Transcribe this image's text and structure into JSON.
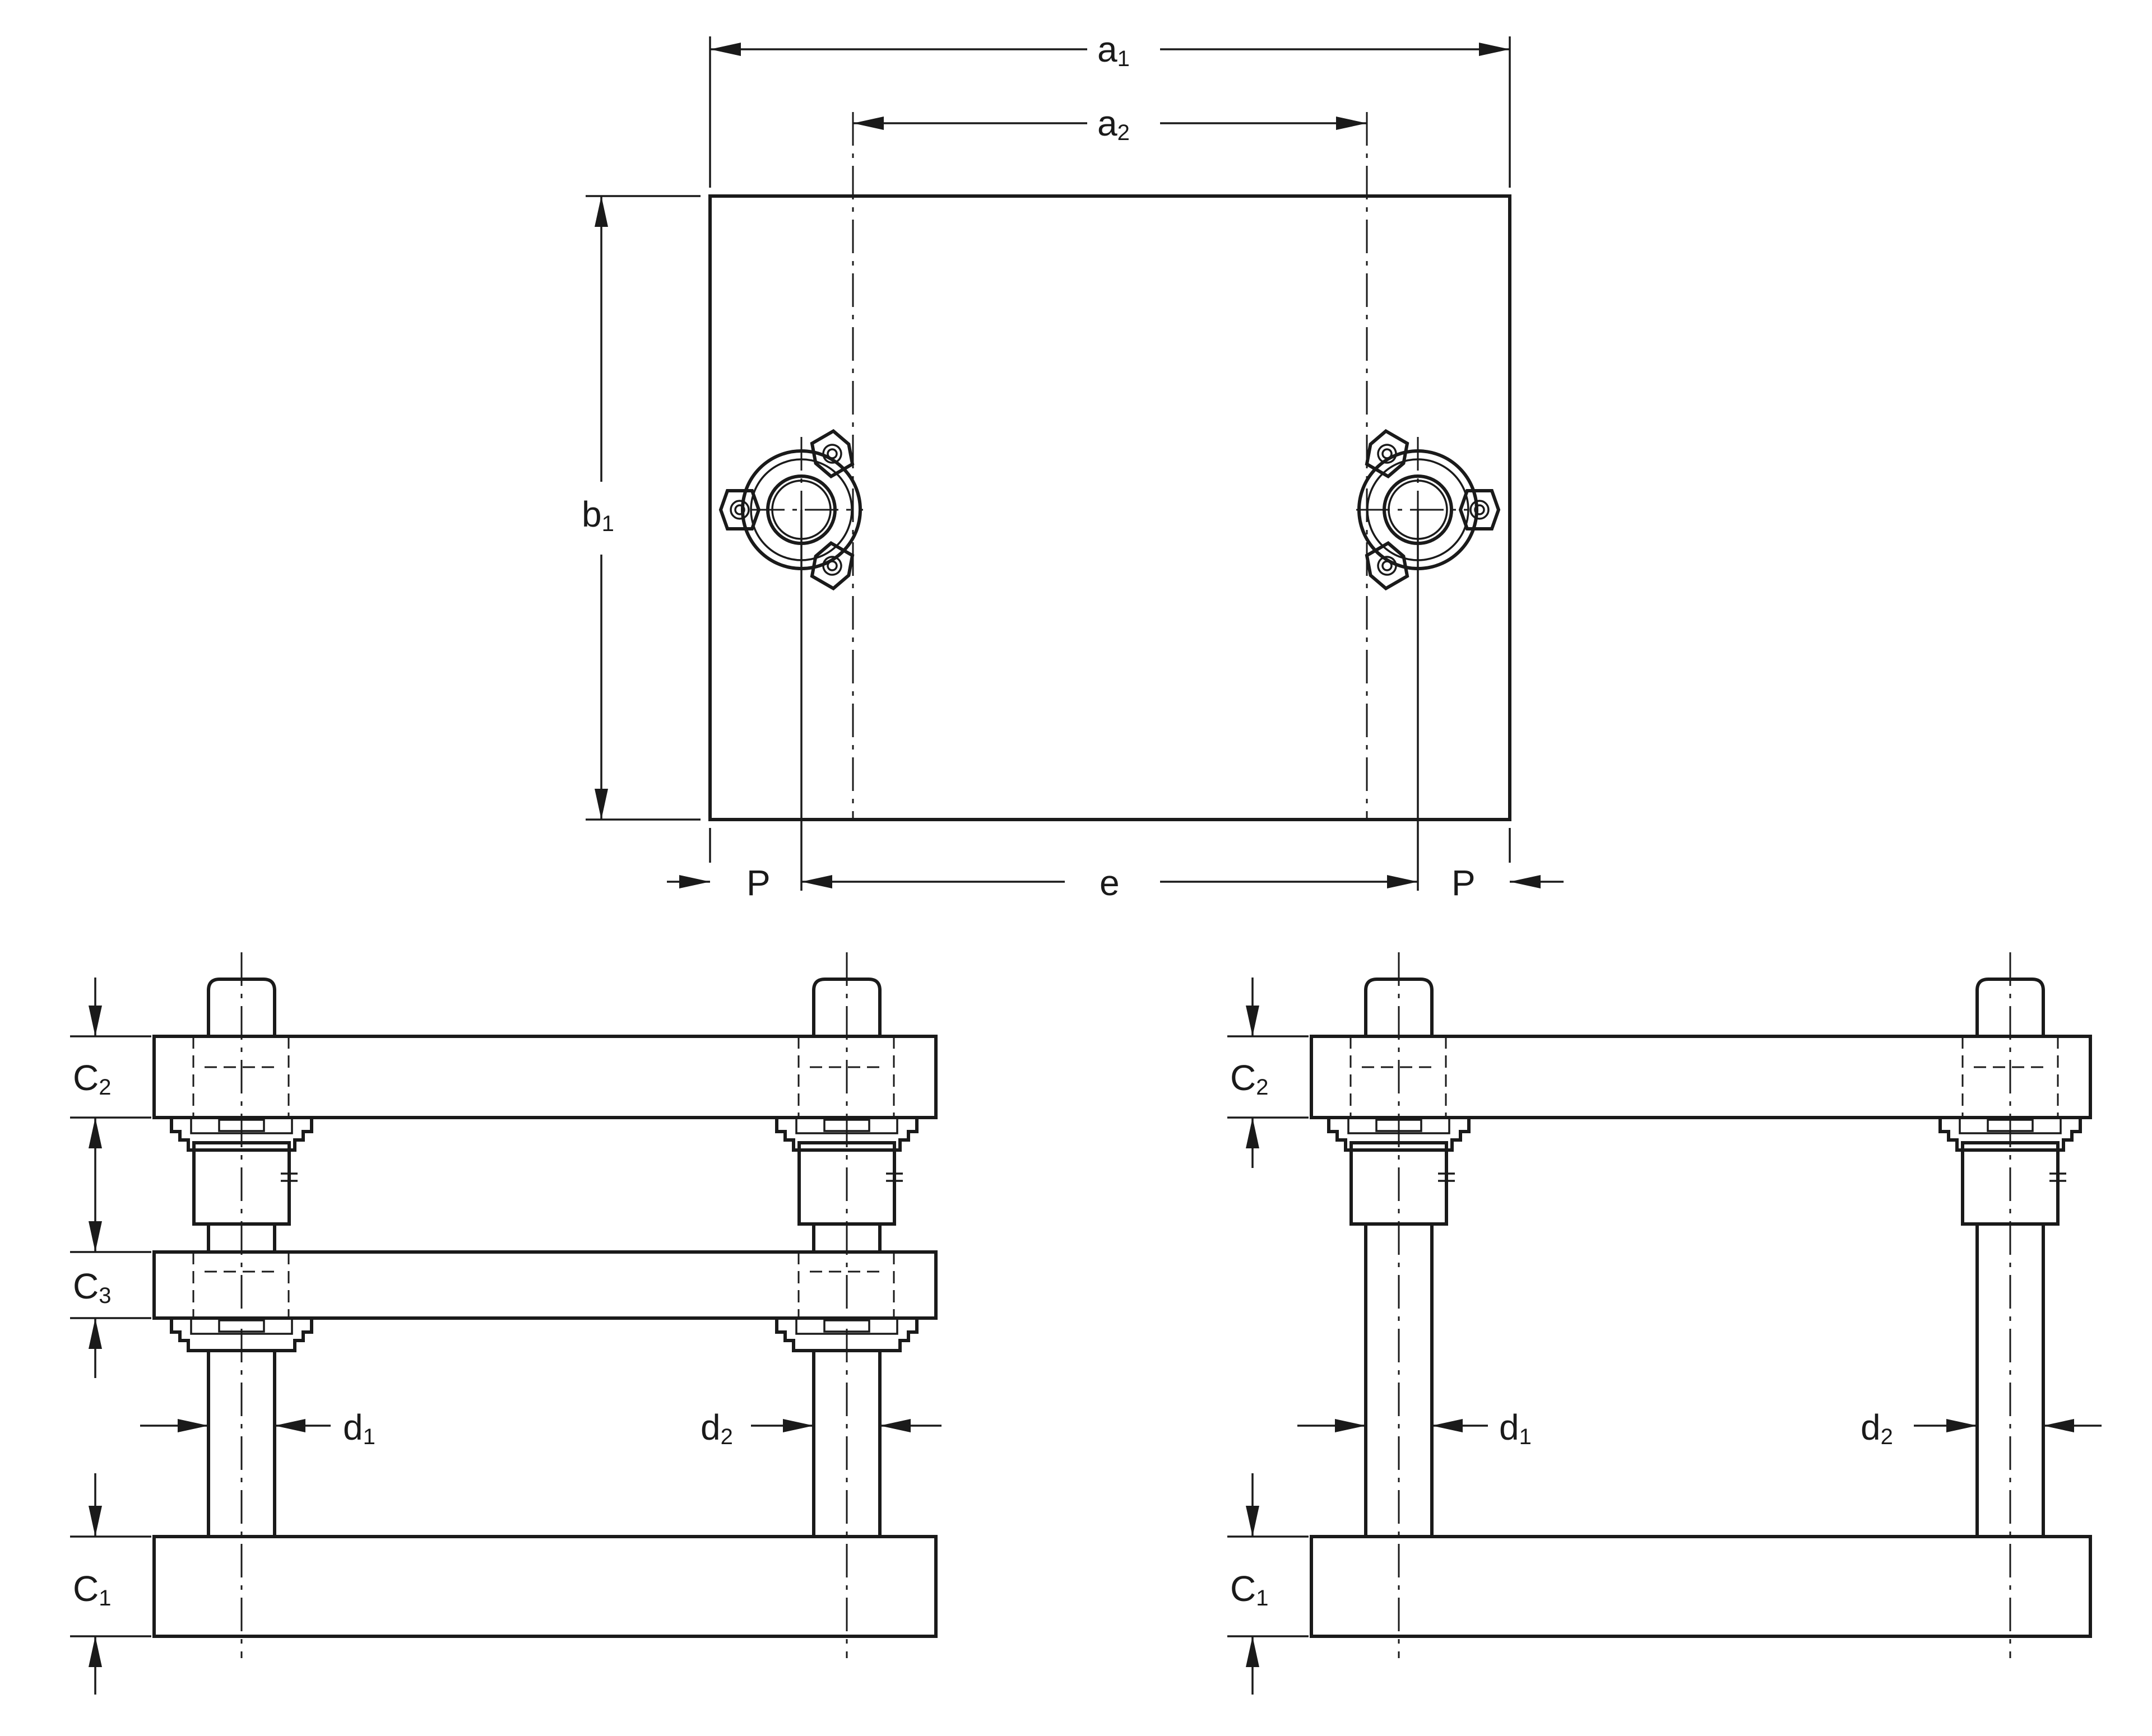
{
  "dimensions": {
    "a1": {
      "main": "a",
      "sub": "1"
    },
    "a2": {
      "main": "a",
      "sub": "2"
    },
    "b1": {
      "main": "b",
      "sub": "1"
    },
    "p_left": {
      "main": "P"
    },
    "p_right": {
      "main": "P"
    },
    "e": {
      "main": "e"
    },
    "left_c2": {
      "main": "C",
      "sub": "2"
    },
    "left_c3": {
      "main": "C",
      "sub": "3"
    },
    "left_c1": {
      "main": "C",
      "sub": "1"
    },
    "left_d1": {
      "main": "d",
      "sub": "1"
    },
    "left_d2": {
      "main": "d",
      "sub": "2"
    },
    "right_c2": {
      "main": "C",
      "sub": "2"
    },
    "right_c1": {
      "main": "C",
      "sub": "1"
    },
    "right_d1": {
      "main": "d",
      "sub": "1"
    },
    "right_d2": {
      "main": "d",
      "sub": "2"
    }
  },
  "colors": {
    "line": "#1a1a1a",
    "background": "#ffffff"
  }
}
